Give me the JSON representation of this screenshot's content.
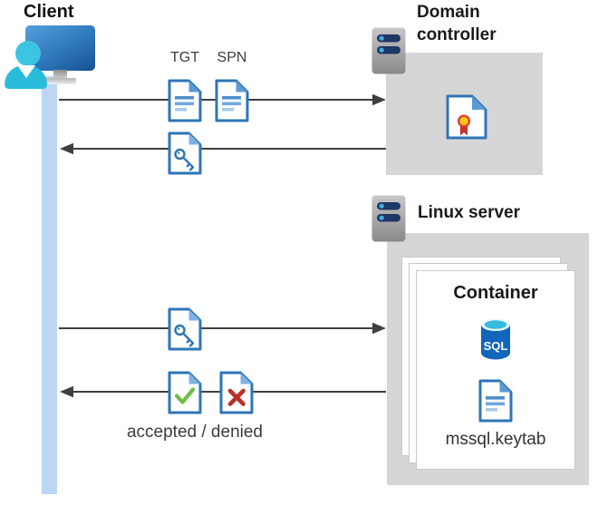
{
  "client": {
    "label": "Client"
  },
  "domain_controller": {
    "label": "Domain controller"
  },
  "linux_server": {
    "label": "Linux server"
  },
  "container": {
    "label": "Container",
    "sql_badge": "SQL",
    "keytab_label": "mssql.keytab"
  },
  "messages": {
    "tgt_label": "TGT",
    "spn_label": "SPN",
    "result_label": "accepted / denied"
  },
  "flows": [
    {
      "row": 1,
      "direction": "client-to-domain-controller",
      "items": "TGT and SPN documents"
    },
    {
      "row": 2,
      "direction": "domain-controller-to-client",
      "items": "key ticket document"
    },
    {
      "row": 3,
      "direction": "client-to-linux-server",
      "items": "key ticket document"
    },
    {
      "row": 4,
      "direction": "linux-server-to-client",
      "items": "accepted / denied documents"
    }
  ],
  "icons": {
    "client": "person-at-monitor-icon",
    "domain_controller": "server-rack-icon",
    "linux_server": "server-rack-icon",
    "tgt": "document-icon",
    "spn": "document-icon",
    "service_ticket": "key-document-icon",
    "certificate": "certificate-seal-document-icon",
    "accepted": "check-document-icon",
    "denied": "cross-document-icon",
    "database": "sql-database-icon",
    "keytab": "document-icon"
  },
  "colors": {
    "document_blue": "#2e75b6",
    "fold_blue": "#5b9bd5",
    "person_cyan": "#29bcdb",
    "timeline_blue": "#bcd6f4",
    "box_gray": "#d6d6d6",
    "arrow_gray": "#3f3f3f",
    "accepted_green": "#6fbe44",
    "denied_red": "#be2e26",
    "sql_blue": "#1166bc"
  }
}
